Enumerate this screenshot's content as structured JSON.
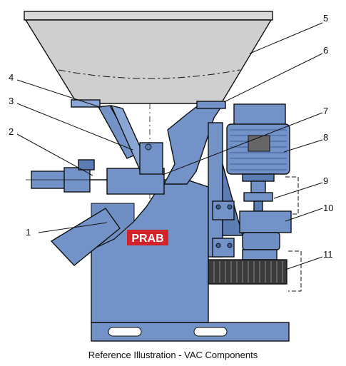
{
  "brand": {
    "logo_text": "PRAB",
    "logo_color": "#d2232a"
  },
  "colors": {
    "machine_blue": "#7393c8",
    "machine_blue_dark": "#5c7cb4",
    "hopper_gray": "#cfcfcf",
    "brush": "#3a3a3a"
  },
  "callouts": [
    {
      "number": "1",
      "part": "chute-plate"
    },
    {
      "number": "2",
      "part": "air-cylinder"
    },
    {
      "number": "3",
      "part": "linkage-arm"
    },
    {
      "number": "4",
      "part": "pivot-bracket"
    },
    {
      "number": "5",
      "part": "hopper"
    },
    {
      "number": "6",
      "part": "hopper-support"
    },
    {
      "number": "7",
      "part": "feed-throat"
    },
    {
      "number": "8",
      "part": "motor"
    },
    {
      "number": "9",
      "part": "coupling"
    },
    {
      "number": "10",
      "part": "gear-reducer"
    },
    {
      "number": "11",
      "part": "brush-roller"
    }
  ],
  "caption": "Reference Illustration - VAC Components"
}
